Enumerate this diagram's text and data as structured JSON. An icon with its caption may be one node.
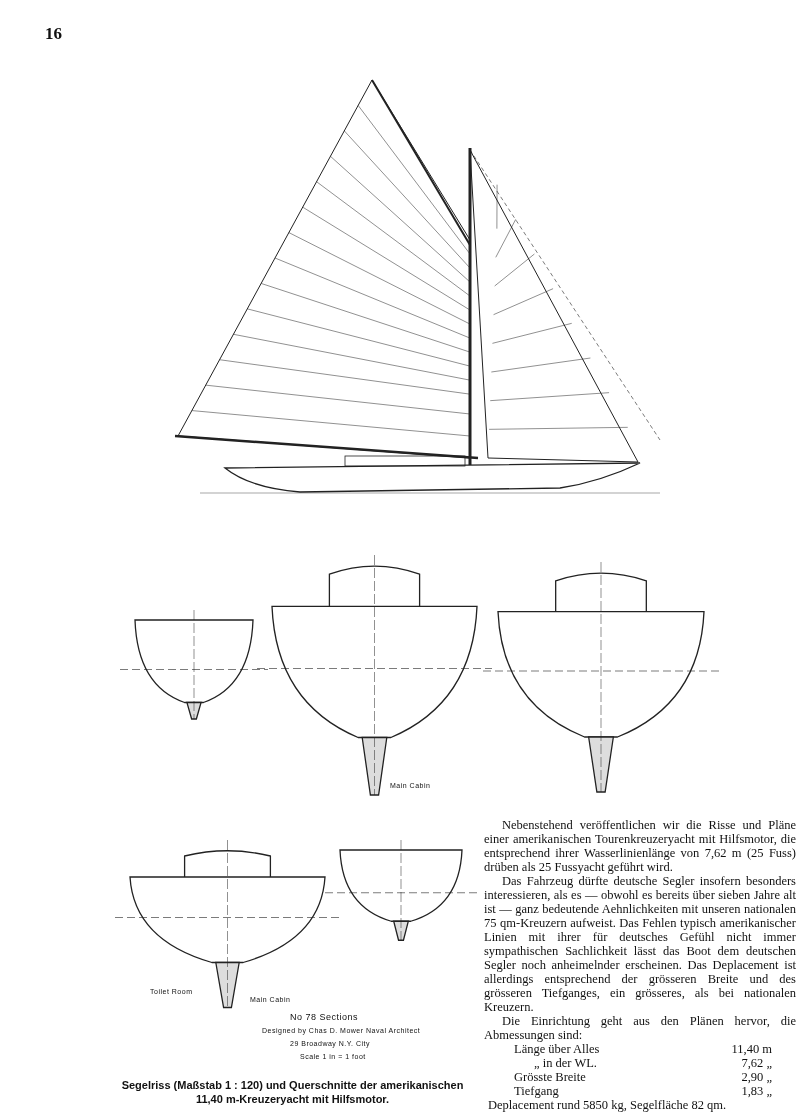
{
  "diagram": {
    "caption": "Segelriss (Maßstab 1 : 120) und Querschnitte der amerikanischen 11,40 m-Kreuzeryacht mit Hilfsmotor.",
    "labels": [
      "16",
      "Main Cabin",
      "Toilet Room",
      "Main Cabin",
      "No 78 Sections",
      "Designed by Chas D. Mower Naval Architect",
      "29 Broadway N.Y. City",
      "Scale 1 in = 1 foot",
      "Nebenstehend veröffentlichen wir die Risse und Pläne einer amerikanischen Tourenkreuzeryacht mit Hilfsmotor, die entsprechend ihrer Wasserlinienlänge von 7,62 m (25 Fuss) drüben als 25 Fussyacht geführt wird.",
      "Das Fahrzeug dürfte deutsche Segler insofern besonders interessieren, als es — obwohl es bereits über sieben Jahre alt ist — ganz bedeutende Aehnlichkeiten mit unseren nationalen 75 qm-Kreuzern aufweist. Das Fehlen typisch amerikanischer Linien mit ihrer für deutsches Gefühl nicht immer sympathischen Sachlichkeit lässt das Boot dem deutschen Segler noch anheimelnder erscheinen. Das Deplacement ist allerdings entsprechend der grösseren Breite und des grösseren Tiefganges, ein grösseres, als bei nationalen Kreuzern.",
      "Die Einrichtung geht aus den Plänen hervor, die Abmessungen sind:",
      "Länge über Alles",
      "11,40 m",
      "„ in der WL.",
      "7,62 „",
      "Grösste Breite",
      "2,90 „",
      "Tiefgang",
      "1,83 „",
      "Deplacement rund 5850 kg, Segelfläche 82 qm."
    ]
  }
}
